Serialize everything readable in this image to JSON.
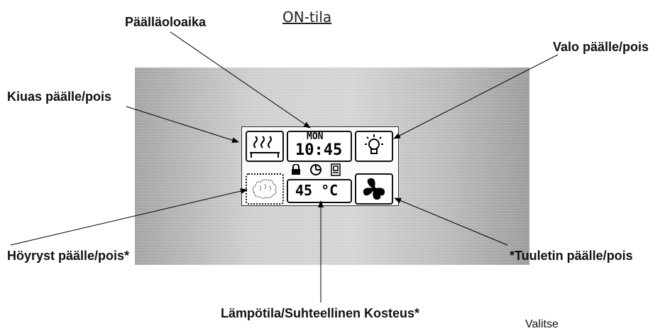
{
  "title": "ON-tila",
  "labels": {
    "time": "Päälläoloaika",
    "light": "Valo päälle/pois",
    "heater": "Kiuas päälle/pois",
    "steam": "Höyryst päälle/pois*",
    "fan": "*Tuuletin päälle/pois",
    "temp": "Lämpötila/Suhteellinen Kosteus*",
    "select": "Valitse"
  },
  "display": {
    "day": "MON",
    "time": "10:45",
    "temperature": "45 °C"
  },
  "icons": [
    "heater-icon",
    "light-bulb-icon",
    "steam-icon",
    "fan-icon",
    "lock-icon",
    "clock-icon",
    "door-icon"
  ]
}
